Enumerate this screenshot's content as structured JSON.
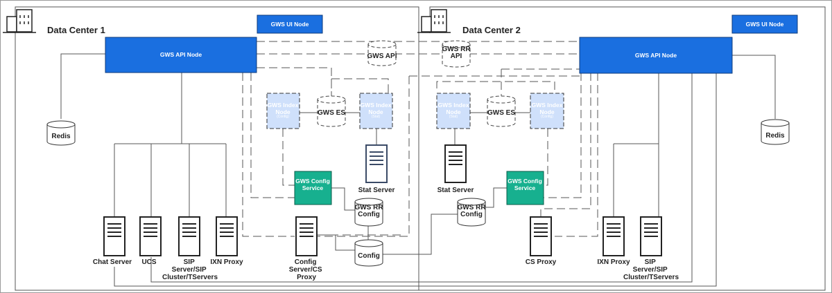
{
  "dc1": {
    "title": "Data Center 1",
    "ui_node": "GWS UI Node",
    "api_node": "GWS API  Node",
    "redis": "Redis",
    "index_config": {
      "title": "GWS Index Node",
      "sub": "(Config)"
    },
    "index_stat": {
      "title": "GWS Index Node",
      "sub": "(Stat)"
    },
    "es": "GWS ES",
    "stat_server": "Stat Server",
    "config_service": "GWS Config Service",
    "rr_config": "GWS RR Config",
    "config": "Config",
    "servers": {
      "chat": "Chat Server",
      "ucs": "UCS",
      "sip": "SIP Server/SIP Cluster/TServers",
      "ixn": "IXN Proxy",
      "config_server": "Config Server/CS Proxy"
    }
  },
  "shared": {
    "gws_api": "GWS API",
    "gws_rr_api": "GWS RR API"
  },
  "dc2": {
    "title": "Data Center 2",
    "ui_node": "GWS UI Node",
    "api_node": "GWS API Node",
    "redis": "Redis",
    "index_stat": {
      "title": "GWS Index Node",
      "sub": "(Stat)"
    },
    "index_config": {
      "title": "GWS Index Node",
      "sub": "(Config)"
    },
    "es": "GWS ES",
    "stat_server": "Stat Server",
    "config_service": "GWS Config Service",
    "rr_config": "GWS RR Config",
    "servers": {
      "cs_proxy": "CS Proxy",
      "ixn": "IXN  Proxy",
      "sip": "SIP Server/SIP Cluster/TServers"
    }
  },
  "colors": {
    "api_blue": "#1a6fe0",
    "index_fill": "#cfe0fb",
    "config_green": "#17b08f",
    "server_stroke": "#222222"
  }
}
